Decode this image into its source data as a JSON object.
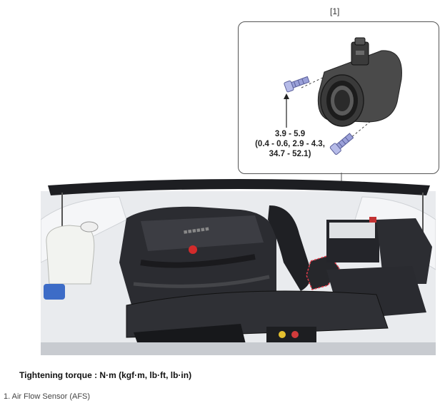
{
  "callout_ref": "[1]",
  "torque": {
    "line1": "3.9 - 5.9",
    "line2": "(0.4 - 0.6, 2.9 - 4.3,",
    "line3": "34.7 - 52.1)"
  },
  "caption": "Tightening torque : N·m (kgf·m, lb·ft, lb·in)",
  "legend_item_1": "1. Air Flow Sensor (AFS)",
  "colors": {
    "bolt": "#9aa0d8",
    "sensor": "#3d3d3d",
    "highlight": "#e23b4a",
    "engine_dark": "#2a2b2f",
    "body_white": "#eceef1"
  }
}
